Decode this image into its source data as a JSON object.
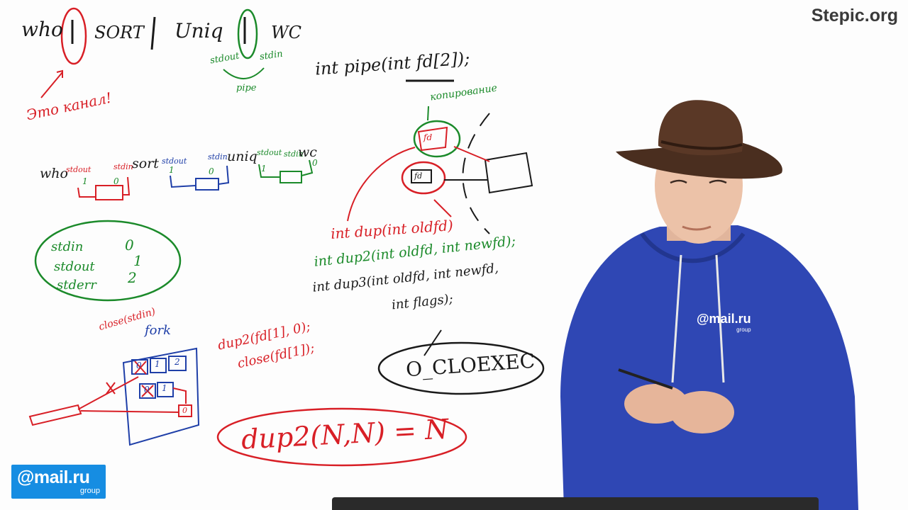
{
  "watermark": "Stepic.org",
  "logo": {
    "main": "@mail.ru",
    "sub": "group"
  },
  "shirt_logo": {
    "main": "@mail.ru",
    "sub": "group"
  },
  "board": {
    "pipeline_top": {
      "who": "who",
      "sort": "SORT",
      "uniq": "Uniq",
      "wc": "WC"
    },
    "stdout_green": "stdout",
    "stdin_green": "stdin",
    "pipe_label": "pipe",
    "channel_note": "Это канал!",
    "pipe_signature": "int pipe(int fd[2]);",
    "kernel_note": "копирование",
    "fd_label": "fd",
    "pipeline_mid": {
      "who": "who",
      "sort": "sort",
      "uniq": "uniq",
      "wc": "wc"
    },
    "mid_labels": {
      "stdout": "stdout",
      "stdin": "stdin",
      "one": "1",
      "zero": "0"
    },
    "fd_table": [
      {
        "name": "stdin",
        "value": "0"
      },
      {
        "name": "stdout",
        "value": "1"
      },
      {
        "name": "stderr",
        "value": "2"
      }
    ],
    "close_note": "close(stdin)",
    "fork_note": "fork",
    "box_labels": [
      "0",
      "1",
      "2"
    ],
    "dup2_calls": [
      "dup2(fd[1], 0);",
      "close(fd[1]);"
    ],
    "dup_sig": "int dup(int oldfd)",
    "dup2_sig": "int dup2(int oldfd, int newfd);",
    "dup3_sig_line1": "int dup3(int oldfd, int newfd,",
    "dup3_sig_line2": "int flags);",
    "cloexec": "O_CLOEXEC",
    "dup2_identity": "dup2(N,N) = N"
  },
  "colors": {
    "black_ink": "#1a1a1a",
    "red_ink": "#d81f26",
    "green_ink": "#1b8a2a",
    "blue_ink": "#1f3fa8",
    "logo_blue": "#168de2",
    "hoodie": "#2f47b4",
    "hat": "#4a2e1f"
  }
}
